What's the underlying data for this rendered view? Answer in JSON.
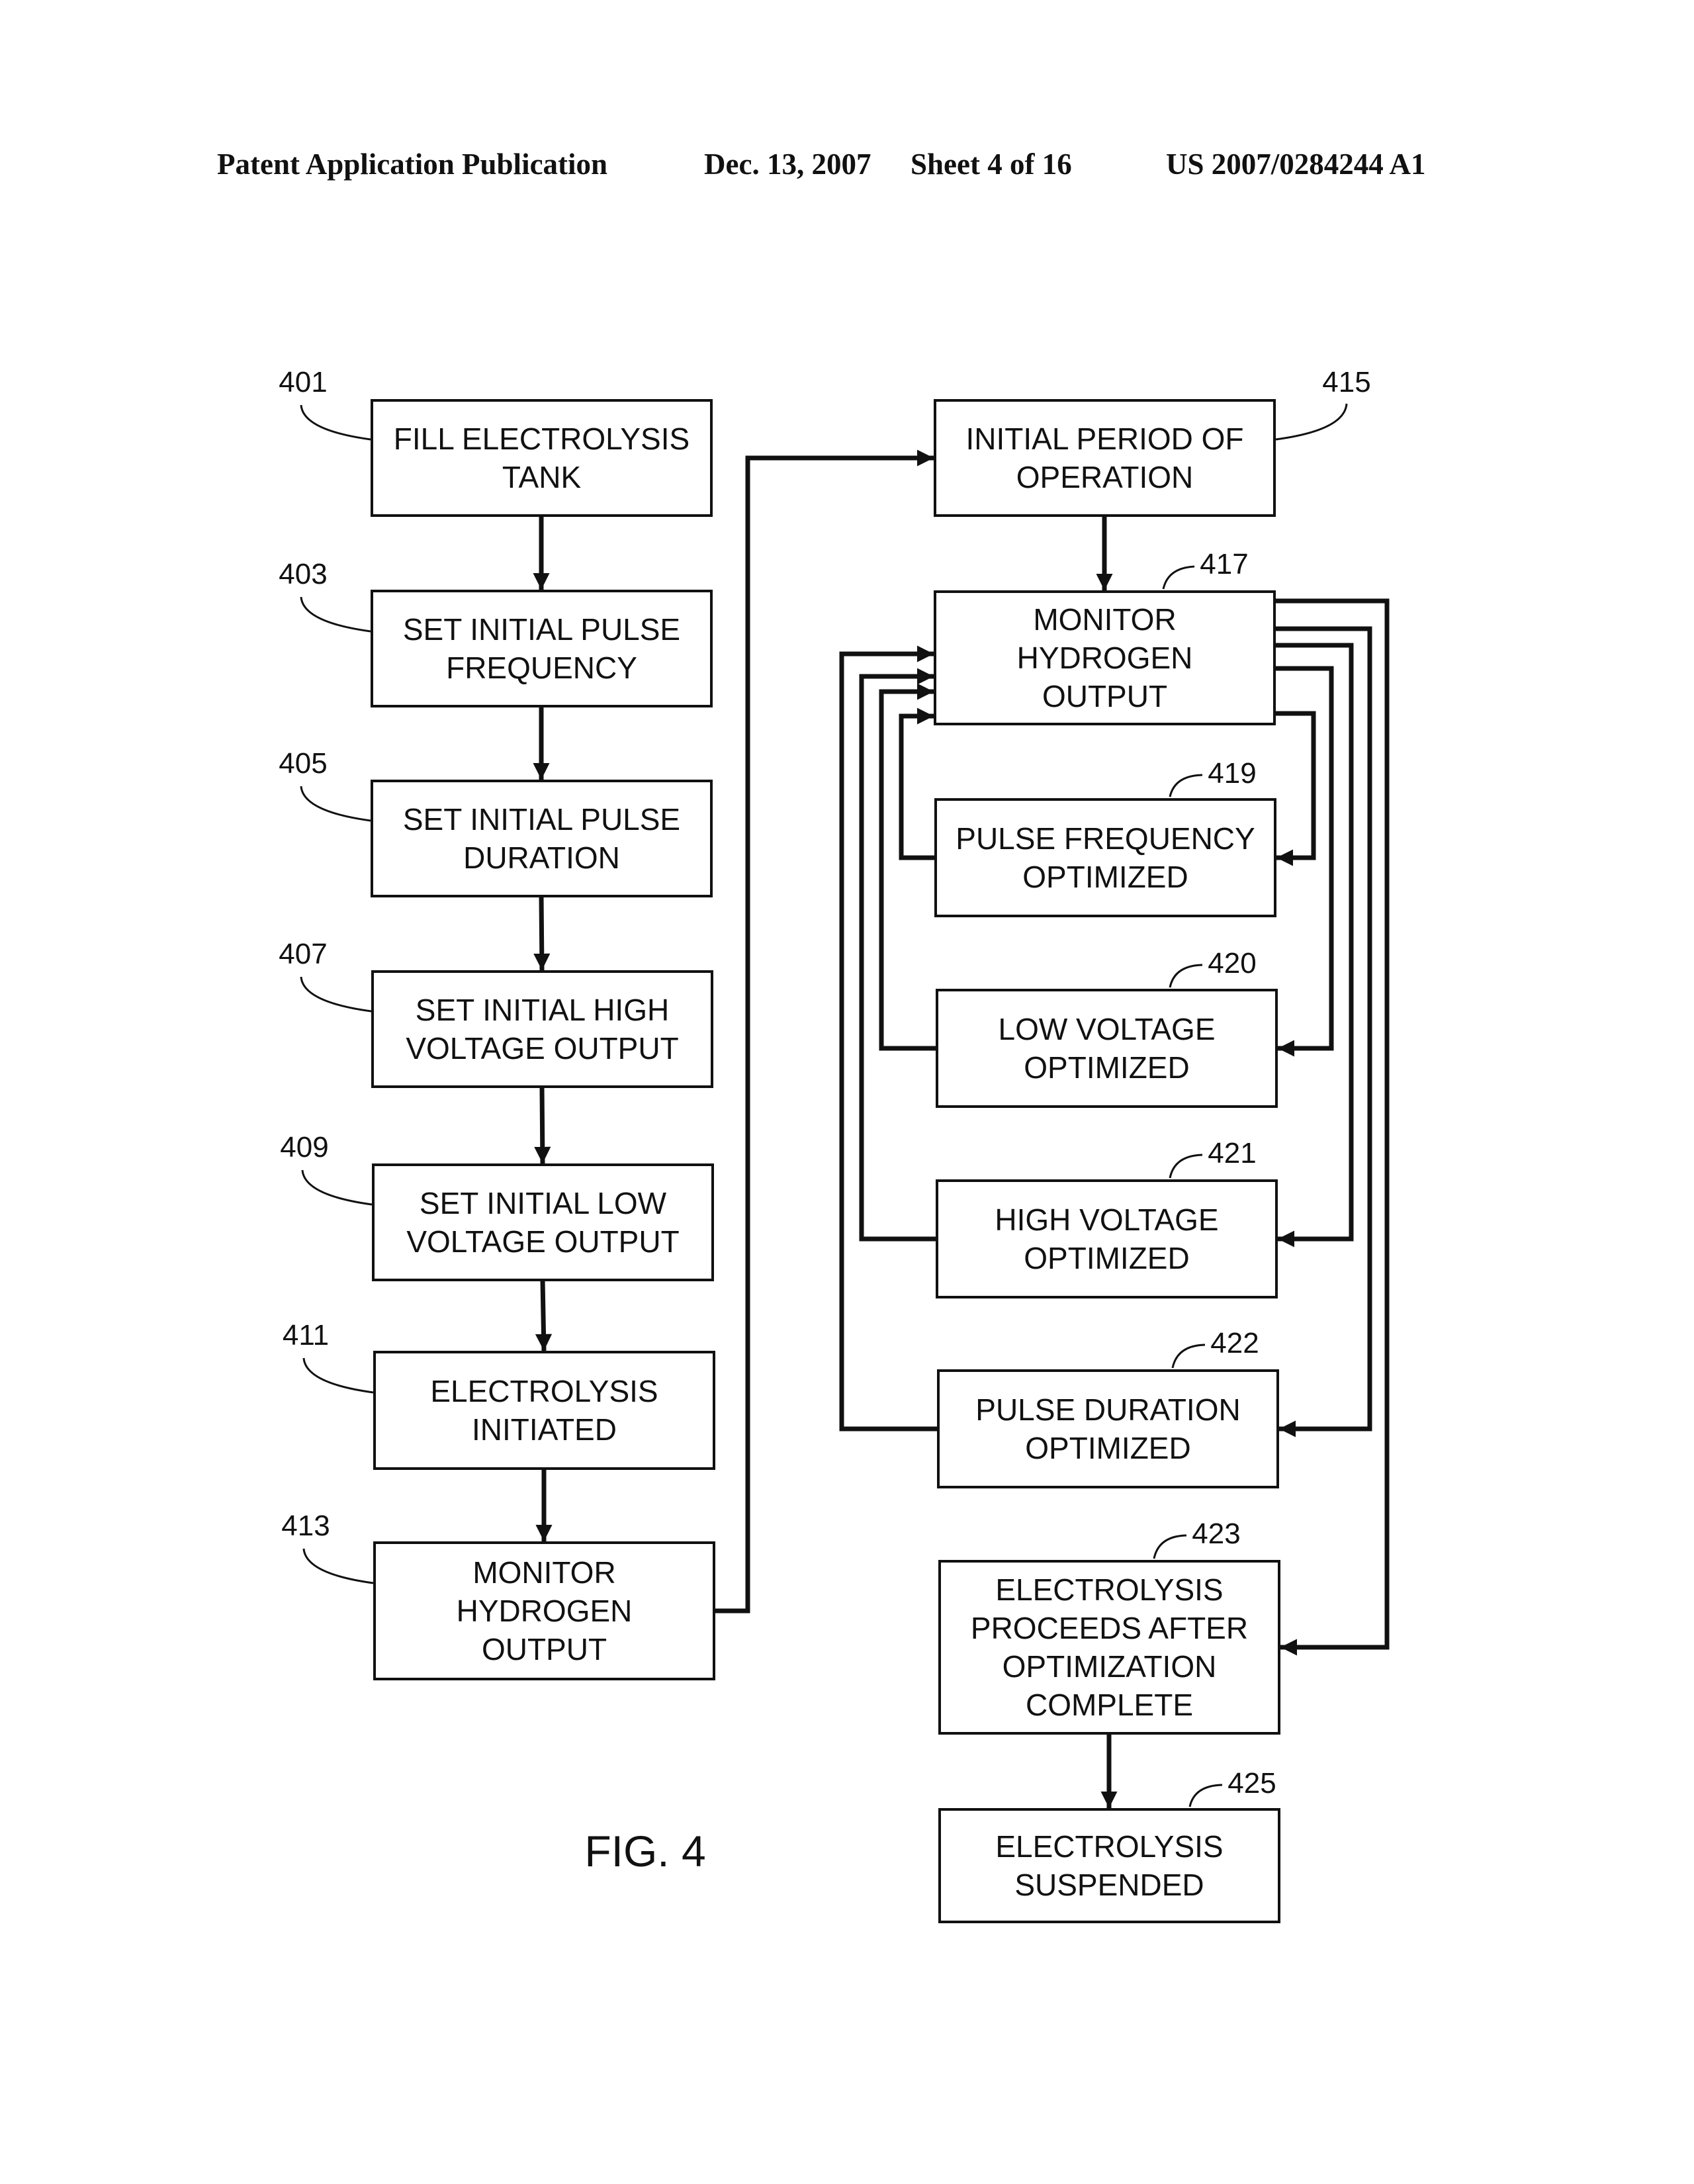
{
  "header": {
    "publication": "Patent Application Publication",
    "date": "Dec. 13, 2007",
    "sheet": "Sheet 4 of 16",
    "number": "US 2007/0284244 A1"
  },
  "figure_label": "FIG. 4",
  "boxes": [
    {
      "id": "401",
      "ref": "401",
      "lines": [
        "FILL ELECTROLYSIS",
        "TANK"
      ]
    },
    {
      "id": "403",
      "ref": "403",
      "lines": [
        "SET INITIAL PULSE",
        "FREQUENCY"
      ]
    },
    {
      "id": "405",
      "ref": "405",
      "lines": [
        "SET INITIAL PULSE",
        "DURATION"
      ]
    },
    {
      "id": "407",
      "ref": "407",
      "lines": [
        "SET INITIAL HIGH",
        "VOLTAGE OUTPUT"
      ]
    },
    {
      "id": "409",
      "ref": "409",
      "lines": [
        "SET INITIAL LOW",
        "VOLTAGE OUTPUT"
      ]
    },
    {
      "id": "411",
      "ref": "411",
      "lines": [
        "ELECTROLYSIS",
        "INITIATED"
      ]
    },
    {
      "id": "413",
      "ref": "413",
      "lines": [
        "MONITOR",
        "HYDROGEN",
        "OUTPUT"
      ]
    },
    {
      "id": "415",
      "ref": "415",
      "lines": [
        "INITIAL PERIOD OF",
        "OPERATION"
      ]
    },
    {
      "id": "417",
      "ref": "417",
      "lines": [
        "MONITOR",
        "HYDROGEN",
        "OUTPUT"
      ]
    },
    {
      "id": "419",
      "ref": "419",
      "lines": [
        "PULSE FREQUENCY",
        "OPTIMIZED"
      ]
    },
    {
      "id": "420",
      "ref": "420",
      "lines": [
        "LOW VOLTAGE",
        "OPTIMIZED"
      ]
    },
    {
      "id": "421",
      "ref": "421",
      "lines": [
        "HIGH VOLTAGE",
        "OPTIMIZED"
      ]
    },
    {
      "id": "422",
      "ref": "422",
      "lines": [
        "PULSE DURATION",
        "OPTIMIZED"
      ]
    },
    {
      "id": "423",
      "ref": "423",
      "lines": [
        "ELECTROLYSIS",
        "PROCEEDS AFTER",
        "OPTIMIZATION",
        "COMPLETE"
      ]
    },
    {
      "id": "425",
      "ref": "425",
      "lines": [
        "ELECTROLYSIS",
        "SUSPENDED"
      ]
    }
  ],
  "connections": [
    {
      "from": "401",
      "to": "403"
    },
    {
      "from": "403",
      "to": "405"
    },
    {
      "from": "405",
      "to": "407"
    },
    {
      "from": "407",
      "to": "409"
    },
    {
      "from": "409",
      "to": "411"
    },
    {
      "from": "411",
      "to": "413"
    },
    {
      "from": "413",
      "to": "415"
    },
    {
      "from": "415",
      "to": "417"
    },
    {
      "from": "417",
      "to": "419"
    },
    {
      "from": "417",
      "to": "420"
    },
    {
      "from": "417",
      "to": "421"
    },
    {
      "from": "417",
      "to": "422"
    },
    {
      "from": "417",
      "to": "423"
    },
    {
      "from": "419",
      "to": "417"
    },
    {
      "from": "420",
      "to": "417"
    },
    {
      "from": "421",
      "to": "417"
    },
    {
      "from": "422",
      "to": "417"
    },
    {
      "from": "423",
      "to": "425"
    }
  ]
}
